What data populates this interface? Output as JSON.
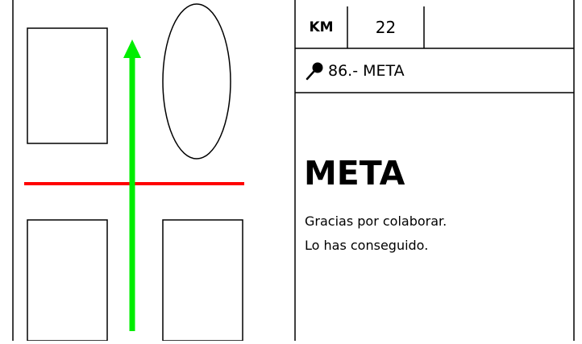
{
  "info_panel": {
    "km_label": "KM",
    "km_value": "22",
    "location_label": "86.- META",
    "title": "META",
    "message_lines": [
      "Gracias por colaborar.",
      "Lo has conseguido."
    ]
  },
  "diagram": {
    "route_arrow_direction": "straight-up",
    "colors": {
      "route_arrow": "#00ee00",
      "crossing_line": "#ff0000",
      "outline": "#000000"
    }
  },
  "icons": {
    "location": "map-pin-icon"
  }
}
